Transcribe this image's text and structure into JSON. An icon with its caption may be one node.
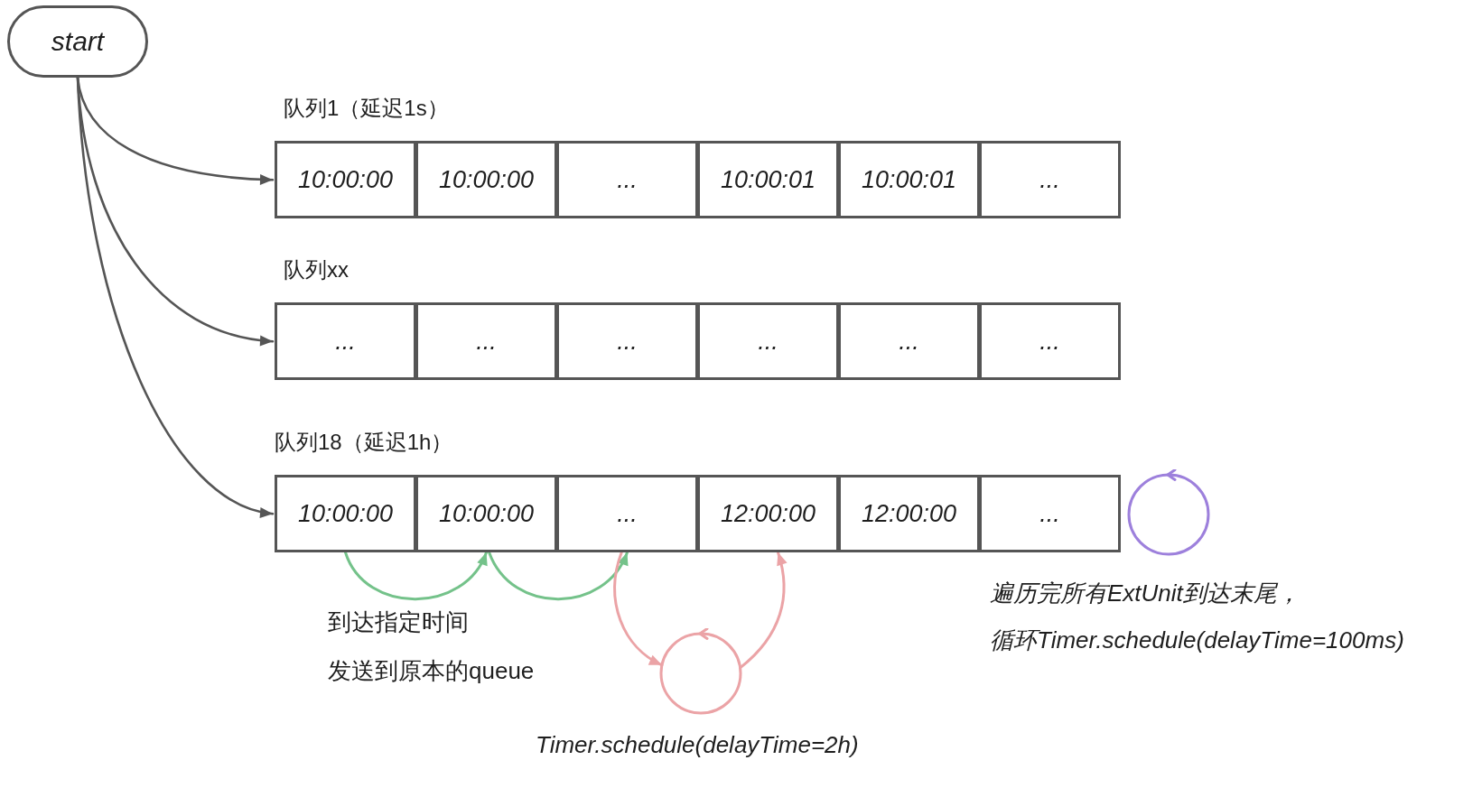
{
  "diagram": {
    "nodes": [
      {
        "text": [
          "start"
        ]
      },
      {
        "text": [
          "队列1（延迟1s）"
        ]
      },
      {
        "text": [
          "10:00:00"
        ],
        "in": 1
      },
      {
        "text": [
          "10:00:00"
        ],
        "in": 1
      },
      {
        "text": [
          "..."
        ],
        "in": 1
      },
      {
        "text": [
          "10:00:01"
        ],
        "in": 1
      },
      {
        "text": [
          "10:00:01"
        ],
        "in": 1
      },
      {
        "text": [
          "..."
        ],
        "in": 1
      },
      {
        "text": [
          "队列xx"
        ]
      },
      {
        "text": [
          "..."
        ],
        "in": 8
      },
      {
        "text": [
          "..."
        ],
        "in": 8
      },
      {
        "text": [
          "..."
        ],
        "in": 8
      },
      {
        "text": [
          "..."
        ],
        "in": 8
      },
      {
        "text": [
          "..."
        ],
        "in": 8
      },
      {
        "text": [
          "..."
        ],
        "in": 8
      },
      {
        "text": [
          "队列18（延迟1h）"
        ]
      },
      {
        "text": [
          "10:00:00"
        ],
        "in": 15
      },
      {
        "text": [
          "10:00:00"
        ],
        "in": 15
      },
      {
        "text": [
          "..."
        ],
        "in": 15
      },
      {
        "text": [
          "12:00:00"
        ],
        "in": 15
      },
      {
        "text": [
          "12:00:00"
        ],
        "in": 15
      },
      {
        "text": [
          "..."
        ],
        "in": 15
      },
      {
        "text": [],
        "shape": "circle",
        "beside": [
          "Timer.schedule(delayTime=2h)"
        ]
      },
      {
        "text": [],
        "shape": "circle",
        "beside": [
          "遍历完所有ExtUnit到达末尾，",
          "循环Timer.schedule(delayTime=100ms)"
        ]
      }
    ],
    "edges": [
      {
        "from": 0,
        "to": 1,
        "arrow": "to"
      },
      {
        "from": 0,
        "to": 8,
        "arrow": "to"
      },
      {
        "from": 0,
        "to": 15,
        "arrow": "to"
      },
      {
        "from": 16,
        "to": 17,
        "arrow": "to",
        "color": "#74c28a"
      },
      {
        "from": 17,
        "to": 18,
        "arrow": "to",
        "color": "#74c28a"
      },
      {
        "from": 18,
        "to": 22,
        "arrow": "to",
        "color": "#eba3a6"
      },
      {
        "from": 22,
        "to": 19,
        "arrow": "to",
        "color": "#eba3a6"
      }
    ],
    "labels": [
      "到达指定时间",
      "发送到原本的queue"
    ]
  }
}
